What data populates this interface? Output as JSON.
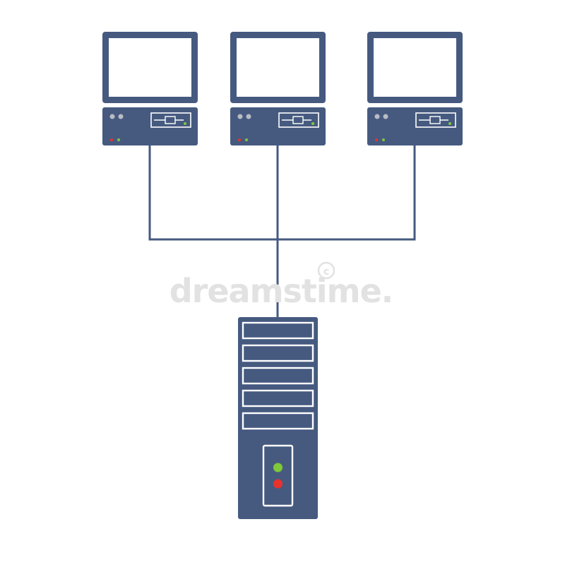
{
  "colors": {
    "background": "#ffffff",
    "device_body": "#465a80",
    "screen": "#ffffff",
    "connector": "#465a80",
    "led_green": "#7fc83a",
    "led_red": "#e8322c",
    "button_grey": "#b9bcc4",
    "watermark": "#e2e2e2"
  },
  "watermark": {
    "text": "dreamstime."
  },
  "diagram": {
    "clients": [
      {
        "name": "computer-1"
      },
      {
        "name": "computer-2"
      },
      {
        "name": "computer-3"
      }
    ],
    "server": {
      "name": "server-tower",
      "bays": 5
    },
    "topology": "star"
  }
}
